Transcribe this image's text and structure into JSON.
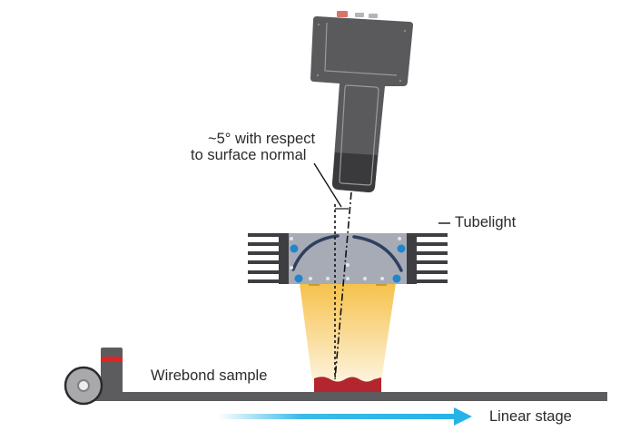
{
  "diagram": {
    "labels": {
      "angle_line1": "~5° with respect",
      "angle_line2": "to surface normal",
      "tubelight": "Tubelight",
      "wirebond_sample": "Wirebond sample",
      "linear_stage": "Linear stage"
    },
    "annotations": {
      "tilt_angle_deg": 5
    },
    "colors": {
      "device_body": "#5a5a5c",
      "device_dark": "#3a3a3c",
      "device_outline": "#9a9a9c",
      "button_red": "#d9736a",
      "button_gray": "#b5b5b8",
      "tubelight_body": "#a7abb6",
      "arc": "#2f3f5f",
      "led_blue": "#1f86cf",
      "led_white": "#e3e5ea",
      "heatsink": "#3e3e42",
      "light_beam_top": "#f6c14a",
      "light_beam_bottom": "#fdf1d8",
      "sample_red": "#b3262e",
      "stage_gray": "#5c5c5e",
      "stage_red_band": "#e02424",
      "wheel_outer": "#a9a9ab",
      "arrow_blue": "#27b3e6"
    }
  }
}
